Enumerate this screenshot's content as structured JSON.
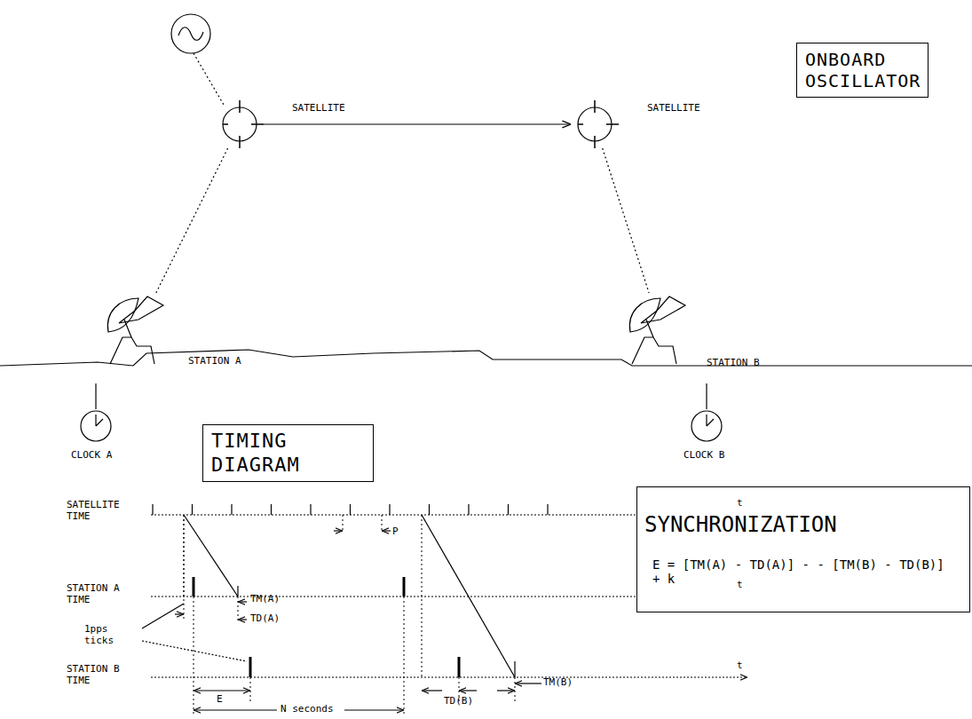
{
  "diagram": {
    "nodes": [
      {
        "text": [
          "ONBOARD OSCILLATOR"
        ]
      },
      {
        "text": [
          "SATELLITE"
        ]
      },
      {
        "text": [
          "SATELLITE"
        ]
      },
      {
        "text": [
          "STATION A"
        ]
      },
      {
        "text": [
          "STATION B"
        ]
      },
      {
        "text": [
          "TIMING DIAGRAM"
        ]
      },
      {
        "text": [
          "SYNCHRONIZATION",
          "E = [TM(A) - TD(A)] - - [TM(B) - TD(B)] + k"
        ]
      }
    ],
    "edges": [
      {
        "from": 1,
        "to": 2,
        "arrow": "to"
      },
      {
        "from": 1,
        "to": 3,
        "arrow": "none"
      },
      {
        "from": 2,
        "to": 4,
        "arrow": "none"
      }
    ],
    "labels": [
      "SATELLITE TIME",
      "STATION A TIME",
      "STATION B TIME",
      "t",
      "t",
      "t",
      "P",
      "TM(A)",
      "TD(A)",
      "1pps ticks",
      "E",
      "N seconds",
      "TD(B)",
      "TM(B)",
      "CLOCK A",
      "CLOCK B"
    ]
  }
}
